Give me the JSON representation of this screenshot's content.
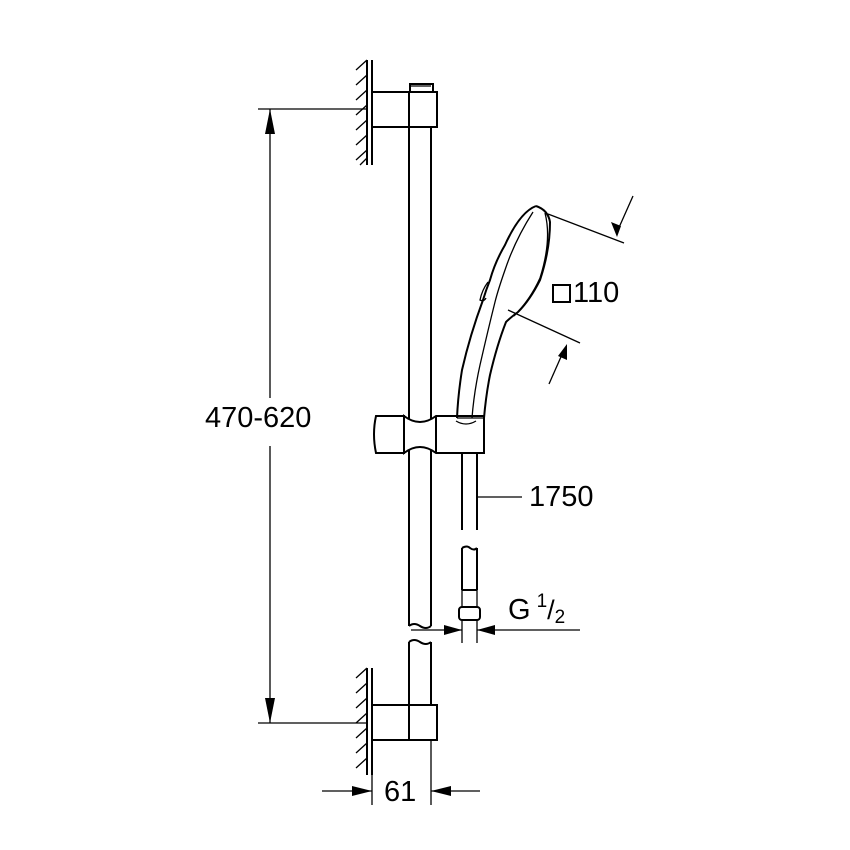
{
  "diagram": {
    "type": "technical-drawing",
    "subject": "shower rail set with hand shower",
    "colors": {
      "line": "#000000",
      "background": "#ffffff"
    },
    "dimensions": {
      "rail_height_range": "470-620",
      "hand_shower_size_symbol": "□",
      "hand_shower_size": "110",
      "hose_length": "1750",
      "connection_thread_prefix": "G",
      "connection_thread_numerator": "1",
      "connection_thread_denominator": "2",
      "wall_projection": "61"
    }
  }
}
